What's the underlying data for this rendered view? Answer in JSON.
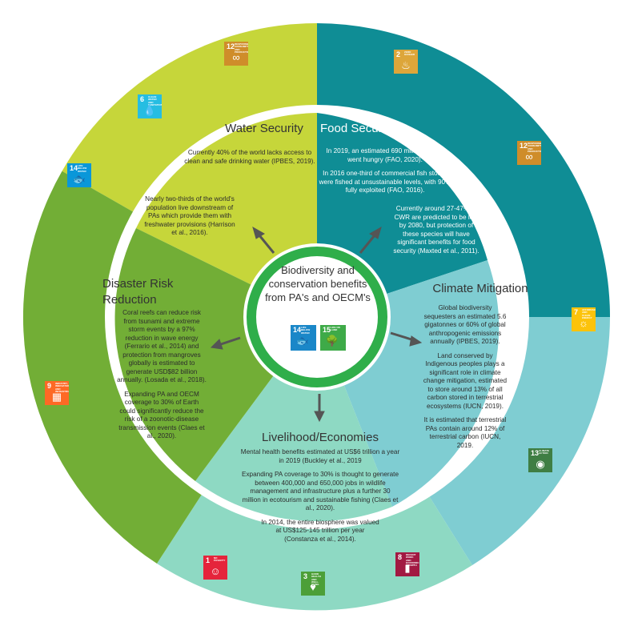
{
  "colors": {
    "water": "#c6d63a",
    "food": "#0f8d95",
    "climate": "#7fcdd2",
    "livelihood": "#8ed9c3",
    "disaster": "#72ae36",
    "center_ring": "#2fae4a"
  },
  "center": {
    "title": "Biodiversity and conservation benefits from PA's and OECM's",
    "badges": [
      {
        "number": "14",
        "label": "LIFE BELOW WATER",
        "color": "#1a87c8",
        "icon": "fish-icon"
      },
      {
        "number": "15",
        "label": "LIFE ON LAND",
        "color": "#3eaa48",
        "icon": "tree-icon"
      }
    ]
  },
  "sections": {
    "water": {
      "title": "Water Security",
      "paragraphs": [
        "Currently 40% of the world lacks access to clean and safe drinking water (IPBES, 2019).",
        "Nearly two-thirds of the world's population live downstream of PAs which provide them with freshwater provisions (Harrison et al., 2016)."
      ]
    },
    "food": {
      "title": "Food Security",
      "paragraphs": [
        "In 2019, an estimated 690 million people went hungry (FAO, 2020).",
        "In 2016 one-third of commercial fish stocks were fished at unsustainable levels, with 90% fully exploited (FAO, 2016).",
        "Currently around 27-47% of CWR are predicted to be lost by 2080, but protection of these species will have significant benefits for food security (Maxted et al., 2011)."
      ]
    },
    "climate": {
      "title": "Climate Mitigation",
      "paragraphs": [
        "Global biodiversity sequesters an estimated 5.6 gigatonnes or 60% of global anthropogenic emissions annually (IPBES, 2019).",
        "Land conserved by Indigenous peoples plays a significant role in climate change mitigation, estimated to store around 13% of all carbon stored in terrestrial ecosystems (IUCN, 2019).",
        "It is estimated that terrestrial PAs contain around 12% of terrestrial carbon (IUCN, 2019."
      ]
    },
    "livelihood": {
      "title": "Livelihood/Economies",
      "paragraphs": [
        "Mental health benefits estimated at US$6 trillion a year in 2019 (Buckley et al., 2019",
        "Expanding PA coverage to 30% is thought to generate between 400,000 and 650,000 jobs in wildlife management and infrastructure plus a further 30 million in ecotourism and sustainable fishing (Claes et al., 2020).",
        "In 2014, the entire biosphere was valued at US$125-145 trillion per year (Constanza et al., 2014)."
      ]
    },
    "disaster": {
      "title": "Disaster Risk Reduction",
      "paragraphs": [
        "Coral reefs can reduce risk from tsunami and extreme storm events by a 97% reduction in wave energy (Ferrario et al., 2014) and protection from mangroves globally is estimated to generate USD$82 billion annually. (Losada et al., 2018).",
        "Expanding PA and OECM coverage to 30% of Earth could significantly reduce the risk of a zoonotic-disease transmission events (Claes et al., 2020)."
      ]
    }
  },
  "sdg_badges": [
    {
      "id": "sdg12a",
      "number": "12",
      "label": "RESPONSIBLE CONSUMPTION AND PRODUCTION",
      "color": "#cf8d2a",
      "icon": "infinity-icon",
      "glyph": "∞"
    },
    {
      "id": "sdg6",
      "number": "6",
      "label": "CLEAN WATER AND SANITATION",
      "color": "#26bde2",
      "icon": "water-drop-icon",
      "glyph": "💧"
    },
    {
      "id": "sdg14",
      "number": "14",
      "label": "LIFE BELOW WATER",
      "color": "#0a97d9",
      "icon": "fish-icon",
      "glyph": "🐟"
    },
    {
      "id": "sdg2",
      "number": "2",
      "label": "ZERO HUNGER",
      "color": "#dda63a",
      "icon": "bowl-icon",
      "glyph": "♨"
    },
    {
      "id": "sdg12b",
      "number": "12",
      "label": "RESPONSIBLE CONSUMPTION AND PRODUCTION",
      "color": "#cf8d2a",
      "icon": "infinity-icon",
      "glyph": "∞"
    },
    {
      "id": "sdg7",
      "number": "7",
      "label": "AFFORDABLE AND CLEAN ENERGY",
      "color": "#fcc30b",
      "icon": "sun-icon",
      "glyph": "☼"
    },
    {
      "id": "sdg13",
      "number": "13",
      "label": "CLIMATE ACTION",
      "color": "#3f7e44",
      "icon": "eye-icon",
      "glyph": "◉"
    },
    {
      "id": "sdg8",
      "number": "8",
      "label": "DECENT WORK AND ECONOMIC GROWTH",
      "color": "#a21942",
      "icon": "growth-chart-icon",
      "glyph": "▮"
    },
    {
      "id": "sdg3",
      "number": "3",
      "label": "GOOD HEALTH AND WELL-BEING",
      "color": "#4c9f38",
      "icon": "heartbeat-icon",
      "glyph": "♥"
    },
    {
      "id": "sdg1",
      "number": "1",
      "label": "NO POVERTY",
      "color": "#e5243b",
      "icon": "people-icon",
      "glyph": "☺"
    },
    {
      "id": "sdg9",
      "number": "9",
      "label": "INDUSTRY, INNOVATION AND INFRASTRUCTURE",
      "color": "#fd6925",
      "icon": "cubes-icon",
      "glyph": "▦"
    }
  ]
}
